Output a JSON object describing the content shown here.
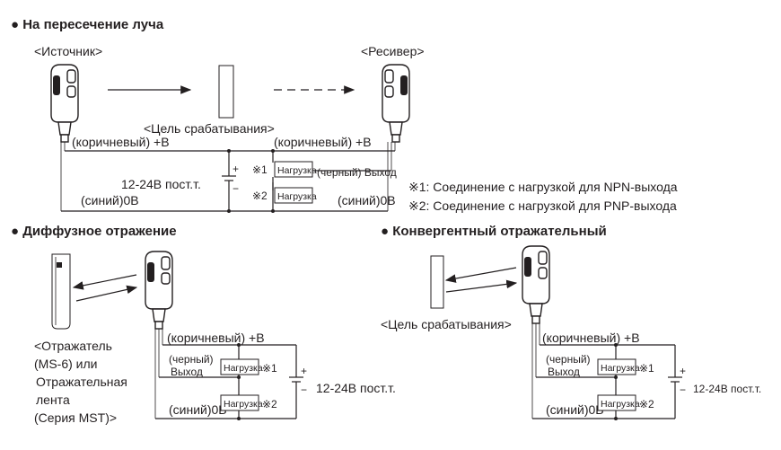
{
  "sections": {
    "through_beam": {
      "title": "● На пересечение луча",
      "source_label": "<Источник>",
      "receiver_label": "<Ресивер>",
      "target_label": "<Цель срабатывания>",
      "brown_left": "(коричневый) +В",
      "brown_right": "(коричневый) +В",
      "blue_left": "(синий)0В",
      "blue_right": "(синий)0В",
      "supply": "12-24В пост.т.",
      "load1": "Нагрузка",
      "load2": "Нагрузка",
      "mark1": "※1",
      "mark2": "※2",
      "black_output": "(черный) Выход",
      "note1": "※1: Соединение с нагрузкой для NPN-выхода",
      "note2": "※2: Соединение с нагрузкой для PNP-выхода"
    },
    "diffuse": {
      "title": "● Диффузное отражение",
      "reflector_label": "<Отражатель\n(MS-6) или\n Отражательная\n лента\n(Серия MST)>",
      "brown": "(коричневый) +В",
      "black": "(черный)",
      "output": "Выход",
      "blue": "(синий)0В",
      "load1": "Нагрузка",
      "load2": "Нагрузка",
      "mark1": "※1",
      "mark2": "※2",
      "supply": "12-24В пост.т."
    },
    "convergent": {
      "title": "● Конвергентный отражательный",
      "target_label": "<Цель срабатывания>",
      "brown": "(коричневый) +В",
      "black": "(черный)",
      "output": "Выход",
      "blue": "(синий)0В",
      "load1": "Нагрузка",
      "load2": "Нагрузка",
      "mark1": "※1",
      "mark2": "※2",
      "supply": "12-24В пост.т."
    }
  },
  "colors": {
    "ink": "#231f20",
    "background": "#ffffff"
  }
}
